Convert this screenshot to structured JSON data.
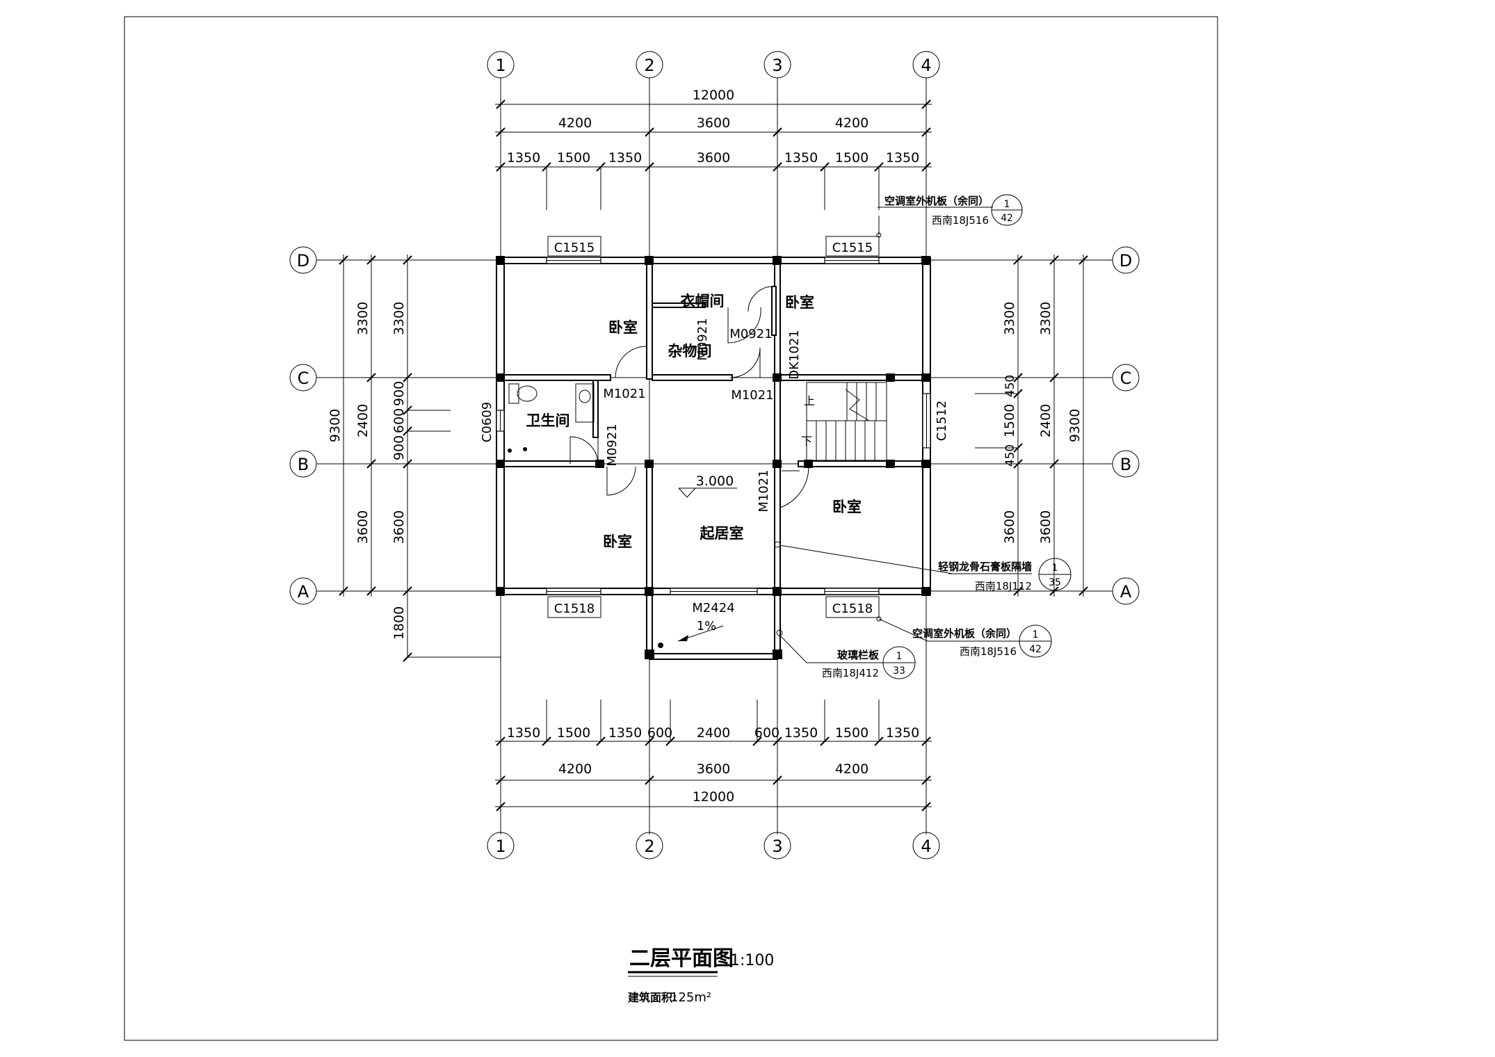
{
  "title": "二层平面图",
  "scale": "1:100",
  "area_label": "建筑面积:",
  "area_value": "125m²",
  "axes": {
    "vertical": [
      "1",
      "2",
      "3",
      "4"
    ],
    "horizontal": [
      "D",
      "C",
      "B",
      "A"
    ]
  },
  "dims": {
    "top_total": "12000",
    "top_mid": [
      "4200",
      "3600",
      "4200"
    ],
    "top_detail": [
      "1350",
      "1500",
      "1350",
      "3600",
      "1350",
      "1500",
      "1350"
    ],
    "bottom_detail": [
      "1350",
      "1500",
      "1350",
      "600",
      "2400",
      "600",
      "1350",
      "1500",
      "1350"
    ],
    "bottom_mid": [
      "4200",
      "3600",
      "4200"
    ],
    "bottom_total": "12000",
    "left_outer": "9300",
    "left_mid": [
      "3300",
      "2400",
      "3600"
    ],
    "left_inner": [
      "3300",
      "900",
      "600",
      "900",
      "3600"
    ],
    "left_balcony": "1800",
    "right_inner": [
      "3300",
      "450",
      "1500",
      "450",
      "3600"
    ],
    "right_mid": [
      "3300",
      "2400",
      "3600"
    ],
    "right_outer": "9300"
  },
  "rooms": {
    "bed_nw": "卧室",
    "bed_ne": "卧室",
    "bed_sw": "卧室",
    "bed_se": "卧室",
    "closet": "衣帽间",
    "storage": "杂物间",
    "wc": "卫生间",
    "living": "起居室"
  },
  "marks": {
    "c1515_l": "C1515",
    "c1515_r": "C1515",
    "c1518_l": "C1518",
    "c1518_r": "C1518",
    "m2424": "M2424",
    "m0921_a": "M0921",
    "m0921_b": "M0921",
    "m0921_c": "M0921",
    "m1021_a": "M1021",
    "m1021_b": "M1021",
    "m1021_c": "M1021",
    "dk1021": "DK1021",
    "c0609": "C0609",
    "c1512": "C1512",
    "level": "3.000",
    "slope": "1%",
    "stair_up": "上",
    "stair_down": "下"
  },
  "callouts": {
    "ac_top": {
      "text": "空调室外机板（余同）",
      "ref": "西南18J516",
      "num": "1",
      "page": "42"
    },
    "partition": {
      "text": "轻钢龙骨石膏板隔墙",
      "ref": "西南18J112",
      "num": "1",
      "page": "35"
    },
    "ac_bottom": {
      "text": "空调室外机板（余同）",
      "ref": "西南18J516",
      "num": "1",
      "page": "42"
    },
    "rail": {
      "text": "玻璃栏板",
      "ref": "西南18J412",
      "num": "1",
      "page": "33"
    }
  }
}
